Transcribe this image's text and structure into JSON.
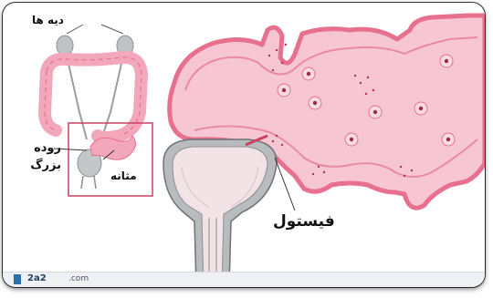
{
  "labels": {
    "kidneys": "دیه ها",
    "large_intestine_line1": "روده",
    "large_intestine_line2": "بزرگ",
    "bladder": "مثانه",
    "fistula": "فیستول"
  },
  "footer": {
    "site_name": "2a2",
    "site_suffix": ".com"
  },
  "colors": {
    "tissue_pink": "#f6c6d3",
    "wall_pink": "#e7708f",
    "bladder_gray": "#b9bcbf",
    "inset_border": "#c9425f",
    "nucleus": "#9c2a4a"
  }
}
